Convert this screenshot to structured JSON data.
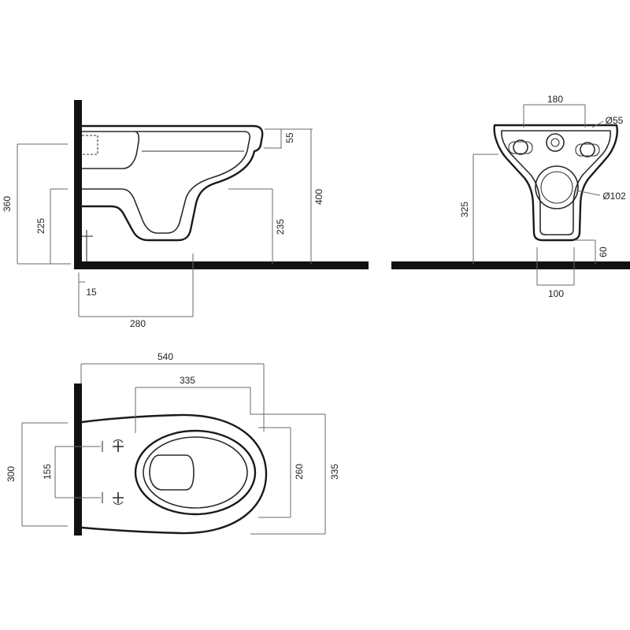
{
  "side_view": {
    "dim_360": "360",
    "dim_225": "225",
    "dim_55": "55",
    "dim_400": "400",
    "dim_235": "235",
    "dim_15": "15",
    "dim_280": "280"
  },
  "front_view": {
    "dim_180": "180",
    "dim_d55": "Ø55",
    "dim_d102": "Ø102",
    "dim_325": "325",
    "dim_60": "60",
    "dim_100": "100"
  },
  "top_view": {
    "dim_540": "540",
    "dim_335_width": "335",
    "dim_300": "300",
    "dim_155": "155",
    "dim_260": "260",
    "dim_335_depth": "335"
  }
}
